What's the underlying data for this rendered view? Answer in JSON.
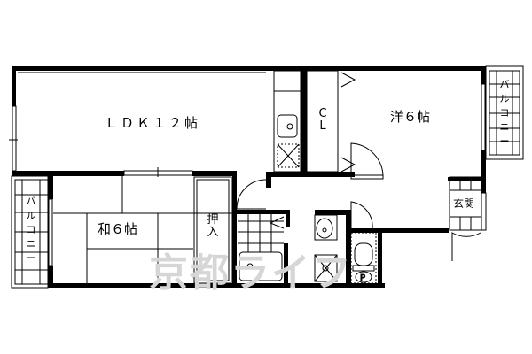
{
  "floorplan": {
    "rooms": {
      "ldk": {
        "label": "ＬＤＫ１２帖"
      },
      "western": {
        "label": "洋６帖"
      },
      "japanese": {
        "label": "和６帖"
      },
      "closet": {
        "label_line1": "C",
        "label_line2": "L"
      },
      "oshiire": {
        "label_line1": "押",
        "label_line2": "入"
      },
      "entrance": {
        "label": "玄関"
      },
      "balcony_right": {
        "label": [
          "バ",
          "ル",
          "コ",
          "ニ",
          "ー"
        ]
      },
      "balcony_left": {
        "label": [
          "バ",
          "ル",
          "コ",
          "ニ",
          "ー"
        ]
      }
    },
    "watermark": "京都ライフ",
    "colors": {
      "wall": "#000000",
      "background": "#ffffff",
      "watermark": "#d6d6d6"
    }
  }
}
